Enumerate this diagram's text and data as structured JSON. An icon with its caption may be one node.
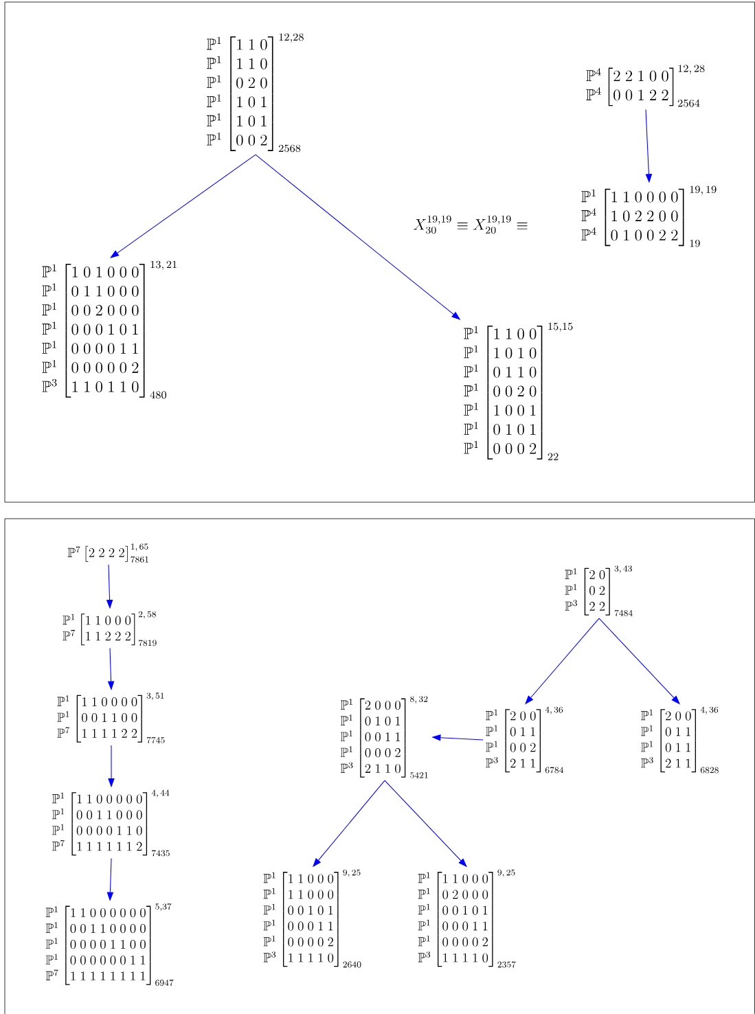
{
  "diagram": {
    "nodes": [
      {
        "text": [
          "\\begin{matrix}\\mathbb{P}^1\\\\\\mathbb{P}^1\\\\\\mathbb{P}^1\\\\\\mathbb{P}^1\\\\\\mathbb{P}^1\\\\\\mathbb{P}^1\\end{matrix}\\begin{bmatrix}1&1&0\\\\1&1&0\\\\0&2&0\\\\1&0&1\\\\1&0&1\\\\0&0&2\\end{bmatrix}^{12,28}_{2568}"
        ]
      },
      {
        "text": [
          "\\begin{matrix}\\mathbb{P}^1\\\\\\mathbb{P}^1\\\\\\mathbb{P}^1\\\\\\mathbb{P}^1\\\\\\mathbb{P}^1\\\\\\mathbb{P}^1\\\\\\mathbb{P}^3\\end{matrix}\\begin{bmatrix}1&0&1&0&0&0\\\\0&1&1&0&0&0\\\\0&0&2&0&0&0\\\\0&0&0&1&0&1\\\\0&0&0&0&1&1\\\\0&0&0&0&0&2\\\\1&1&0&1&1&0\\end{bmatrix}^{13,\\,21}_{480}"
        ]
      },
      {
        "text": [
          "\\begin{matrix}\\mathbb{P}^1\\\\\\mathbb{P}^1\\\\\\mathbb{P}^1\\\\\\mathbb{P}^1\\\\\\mathbb{P}^1\\\\\\mathbb{P}^1\\\\\\mathbb{P}^1\\end{matrix}\\begin{bmatrix}1&1&0&0\\\\1&0&1&0\\\\0&1&1&0\\\\0&0&2&0\\\\1&0&0&1\\\\0&1&0&1\\\\0&0&0&2\\end{bmatrix}^{15,15}_{22}"
        ]
      },
      {
        "text": [
          "\\begin{matrix}\\mathbb{P}^4\\\\\\mathbb{P}^4\\end{matrix}\\begin{bmatrix}2&2&1&0&0\\\\0&0&1&2&2\\end{bmatrix}^{12,\\,28}_{2564}"
        ]
      },
      {
        "text": [
          "\\begin{matrix}\\mathbb{P}^1\\\\\\mathbb{P}^4\\\\\\mathbb{P}^4\\end{matrix}\\begin{bmatrix}1&1&0&0&0&0\\\\1&0&2&2&0&0\\\\0&1&0&0&2&2\\end{bmatrix}^{19,\\,19}_{19}"
        ]
      },
      {
        "text": [
          "\\mathbb{P}^7\\begin{bmatrix}2&2&2&2\\end{bmatrix}^{1,\\,65}_{7861}"
        ]
      },
      {
        "text": [
          "\\begin{matrix}\\mathbb{P}^1\\\\\\mathbb{P}^7\\end{matrix}\\begin{bmatrix}1&1&0&0&0\\\\1&1&2&2&2\\end{bmatrix}^{2,\\,58}_{7819}"
        ]
      },
      {
        "text": [
          "\\begin{matrix}\\mathbb{P}^1\\\\\\mathbb{P}^1\\\\\\mathbb{P}^7\\end{matrix}\\begin{bmatrix}1&1&0&0&0&0\\\\0&0&1&1&0&0\\\\1&1&1&1&2&2\\end{bmatrix}^{3,\\,51}_{7745}"
        ]
      },
      {
        "text": [
          "\\begin{matrix}\\mathbb{P}^1\\\\\\mathbb{P}^1\\\\\\mathbb{P}^1\\\\\\mathbb{P}^7\\end{matrix}\\begin{bmatrix}1&1&0&0&0&0&0\\\\0&0&1&1&0&0&0\\\\0&0&0&0&1&1&0\\\\1&1&1&1&1&1&2\\end{bmatrix}^{4,\\,44}_{7435}"
        ]
      },
      {
        "text": [
          "\\begin{matrix}\\mathbb{P}^1\\\\\\mathbb{P}^1\\\\\\mathbb{P}^1\\\\\\mathbb{P}^1\\\\\\mathbb{P}^7\\end{matrix}\\begin{bmatrix}1&1&0&0&0&0&0&0\\\\0&0&1&1&0&0&0&0\\\\0&0&0&0&1&1&0&0\\\\0&0&0&0&0&0&1&1\\\\1&1&1&1&1&1&1&1\\end{bmatrix}^{5,37}_{6947}"
        ]
      },
      {
        "text": [
          "\\begin{matrix}\\mathbb{P}^1\\\\\\mathbb{P}^1\\\\\\mathbb{P}^3\\end{matrix}\\begin{bmatrix}2&0\\\\0&2\\\\2&2\\end{bmatrix}^{3,\\,43}_{7484}"
        ]
      },
      {
        "text": [
          "\\begin{matrix}\\mathbb{P}^1\\\\\\mathbb{P}^1\\\\\\mathbb{P}^1\\\\\\mathbb{P}^3\\end{matrix}\\begin{bmatrix}2&0&0\\\\0&1&1\\\\0&0&2\\\\2&1&1\\end{bmatrix}^{4,\\,36}_{6784}"
        ]
      },
      {
        "text": [
          "\\begin{matrix}\\mathbb{P}^1\\\\\\mathbb{P}^1\\\\\\mathbb{P}^1\\\\\\mathbb{P}^3\\end{matrix}\\begin{bmatrix}2&0&0\\\\0&1&1\\\\0&1&1\\\\2&1&1\\end{bmatrix}^{4,\\,36}_{6828}"
        ]
      },
      {
        "text": [
          "\\begin{matrix}\\mathbb{P}^1\\\\\\mathbb{P}^1\\\\\\mathbb{P}^1\\\\\\mathbb{P}^1\\\\\\mathbb{P}^3\\end{matrix}\\begin{bmatrix}2&0&0&0\\\\0&1&0&1\\\\0&0&1&1\\\\0&0&0&2\\\\2&1&1&0\\end{bmatrix}^{8,\\,32}_{5421}"
        ]
      },
      {
        "text": [
          "\\begin{matrix}\\mathbb{P}^1\\\\\\mathbb{P}^1\\\\\\mathbb{P}^1\\\\\\mathbb{P}^1\\\\\\mathbb{P}^1\\\\\\mathbb{P}^3\\end{matrix}\\begin{bmatrix}1&1&0&0&0\\\\1&1&0&0&0\\\\0&0&1&0&1\\\\0&0&0&1&1\\\\0&0&0&0&2\\\\1&1&1&1&0\\end{bmatrix}^{9,\\,25}_{2640}"
        ]
      },
      {
        "text": [
          "\\begin{matrix}\\mathbb{P}^1\\\\\\mathbb{P}^1\\\\\\mathbb{P}^1\\\\\\mathbb{P}^1\\\\\\mathbb{P}^1\\\\\\mathbb{P}^3\\end{matrix}\\begin{bmatrix}1&1&0&0&0\\\\0&2&0&0&0\\\\0&0&1&0&1\\\\0&0&0&1&1\\\\0&0&0&0&2\\\\1&1&1&1&0\\end{bmatrix}^{9,\\,25}_{2357}"
        ]
      }
    ],
    "edges": [
      {
        "from": 0,
        "to": 1,
        "arrow": "to"
      },
      {
        "from": 0,
        "to": 2,
        "arrow": "to"
      },
      {
        "from": 3,
        "to": 4,
        "arrow": "to"
      },
      {
        "from": 5,
        "to": 6,
        "arrow": "to"
      },
      {
        "from": 6,
        "to": 7,
        "arrow": "to"
      },
      {
        "from": 7,
        "to": 8,
        "arrow": "to"
      },
      {
        "from": 8,
        "to": 9,
        "arrow": "to"
      },
      {
        "from": 10,
        "to": 11,
        "arrow": "to"
      },
      {
        "from": 10,
        "to": 12,
        "arrow": "to"
      },
      {
        "from": 11,
        "to": 13,
        "arrow": "to"
      },
      {
        "from": 13,
        "to": 14,
        "arrow": "to"
      },
      {
        "from": 13,
        "to": 15,
        "arrow": "to"
      }
    ],
    "labels": [
      "X_{30}^{19,19}\\equiv X_{20}^{19,19}\\equiv"
    ]
  }
}
